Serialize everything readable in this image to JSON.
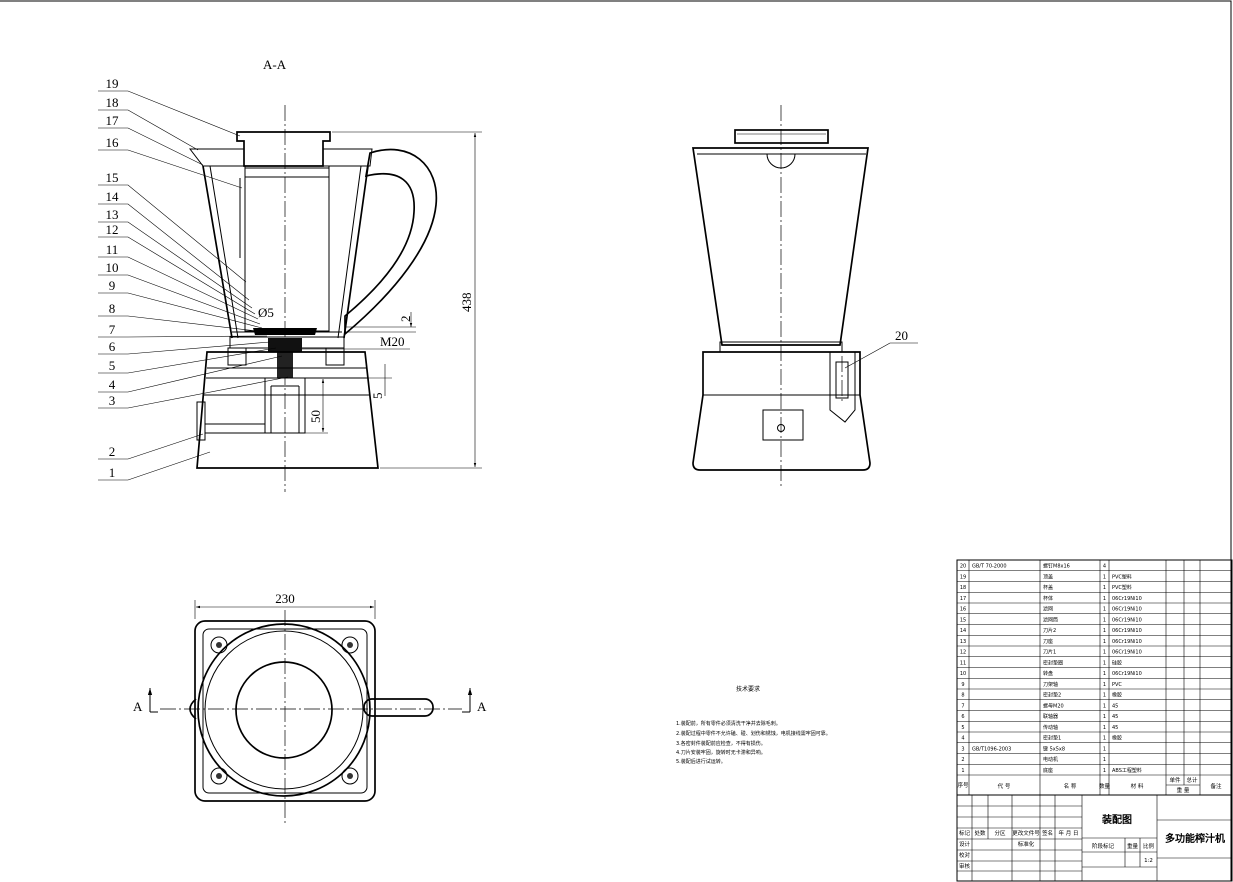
{
  "section_view": {
    "title": "A-A",
    "callouts": [
      "19",
      "18",
      "17",
      "16",
      "15",
      "14",
      "13",
      "12",
      "11",
      "10",
      "9",
      "8",
      "7",
      "6",
      "5",
      "4",
      "3",
      "2",
      "1"
    ],
    "dims": {
      "overall_height": "438",
      "gap": "2",
      "thread": "M20",
      "offset": "5",
      "cavity_depth": "50",
      "diameter": "Ø5"
    }
  },
  "front_view": {
    "callout": "20"
  },
  "top_view": {
    "width": "230",
    "section_left": "A",
    "section_right": "A"
  },
  "tech_requirements": {
    "heading": "技术要求",
    "lines": [
      "1.装配前，所有零件必须清洗干净并去除毛刺。",
      "2.装配过程中零件不允许磕、碰、划伤和锈蚀，电机接线需牢固可靠。",
      "3.各密封件装配前应检查，不得有损伤。",
      "4.刀片安装牢固，旋转时无卡滞和异响。",
      "5.装配后进行试运转。"
    ]
  },
  "bom": {
    "header": {
      "no": "序号",
      "code": "代  号",
      "name": "名  称",
      "qty": "数量",
      "material": "材  料",
      "unit": "单件",
      "total": "总计",
      "weight": "重  量",
      "remark": "备注"
    },
    "rows": [
      {
        "no": "20",
        "code": "GB/T 70-2000",
        "name": "螺钉M8x16",
        "qty": "4",
        "material": ""
      },
      {
        "no": "19",
        "code": "",
        "name": "顶盖",
        "qty": "1",
        "material": "PVC塑料"
      },
      {
        "no": "18",
        "code": "",
        "name": "杯盖",
        "qty": "1",
        "material": "PVC塑料"
      },
      {
        "no": "17",
        "code": "",
        "name": "杯体",
        "qty": "1",
        "material": "06Cr19Ni10"
      },
      {
        "no": "16",
        "code": "",
        "name": "滤网",
        "qty": "1",
        "material": "06Cr19Ni10"
      },
      {
        "no": "15",
        "code": "",
        "name": "滤网筒",
        "qty": "1",
        "material": "06Cr19Ni10"
      },
      {
        "no": "14",
        "code": "",
        "name": "刀片2",
        "qty": "1",
        "material": "06Cr19Ni10"
      },
      {
        "no": "13",
        "code": "",
        "name": "刀座",
        "qty": "1",
        "material": "06Cr19Ni10"
      },
      {
        "no": "12",
        "code": "",
        "name": "刀片1",
        "qty": "1",
        "material": "06Cr19Ni10"
      },
      {
        "no": "11",
        "code": "",
        "name": "密封垫圈",
        "qty": "1",
        "material": "硅胶"
      },
      {
        "no": "10",
        "code": "",
        "name": "转盘",
        "qty": "1",
        "material": "06Cr19Ni10"
      },
      {
        "no": "9",
        "code": "",
        "name": "刀架轴",
        "qty": "1",
        "material": "PVC"
      },
      {
        "no": "8",
        "code": "",
        "name": "密封垫2",
        "qty": "1",
        "material": "橡胶"
      },
      {
        "no": "7",
        "code": "",
        "name": "螺母M20",
        "qty": "1",
        "material": "45"
      },
      {
        "no": "6",
        "code": "",
        "name": "联轴器",
        "qty": "1",
        "material": "45"
      },
      {
        "no": "5",
        "code": "",
        "name": "传动轴",
        "qty": "1",
        "material": "45"
      },
      {
        "no": "4",
        "code": "",
        "name": "密封垫1",
        "qty": "1",
        "material": "橡胶"
      },
      {
        "no": "3",
        "code": "GB/T1096-2003",
        "name": "键 5x5x8",
        "qty": "1",
        "material": ""
      },
      {
        "no": "2",
        "code": "",
        "name": "电动机",
        "qty": "1",
        "material": ""
      },
      {
        "no": "1",
        "code": "",
        "name": "底座",
        "qty": "1",
        "material": "ABS工程塑料"
      }
    ]
  },
  "title_block": {
    "drawing_type": "装配图",
    "product_name": "多功能榨汁机",
    "mark": "标记",
    "count": "处数",
    "zone": "分区",
    "change_doc": "更改文件号",
    "signature": "签名",
    "date": "年 月 日",
    "design": "设计",
    "standard": "标准化",
    "check": "校对",
    "review": "审核",
    "stage": "阶段标记",
    "weight": "重量",
    "scale": "比例",
    "scale_value": "1:2"
  }
}
